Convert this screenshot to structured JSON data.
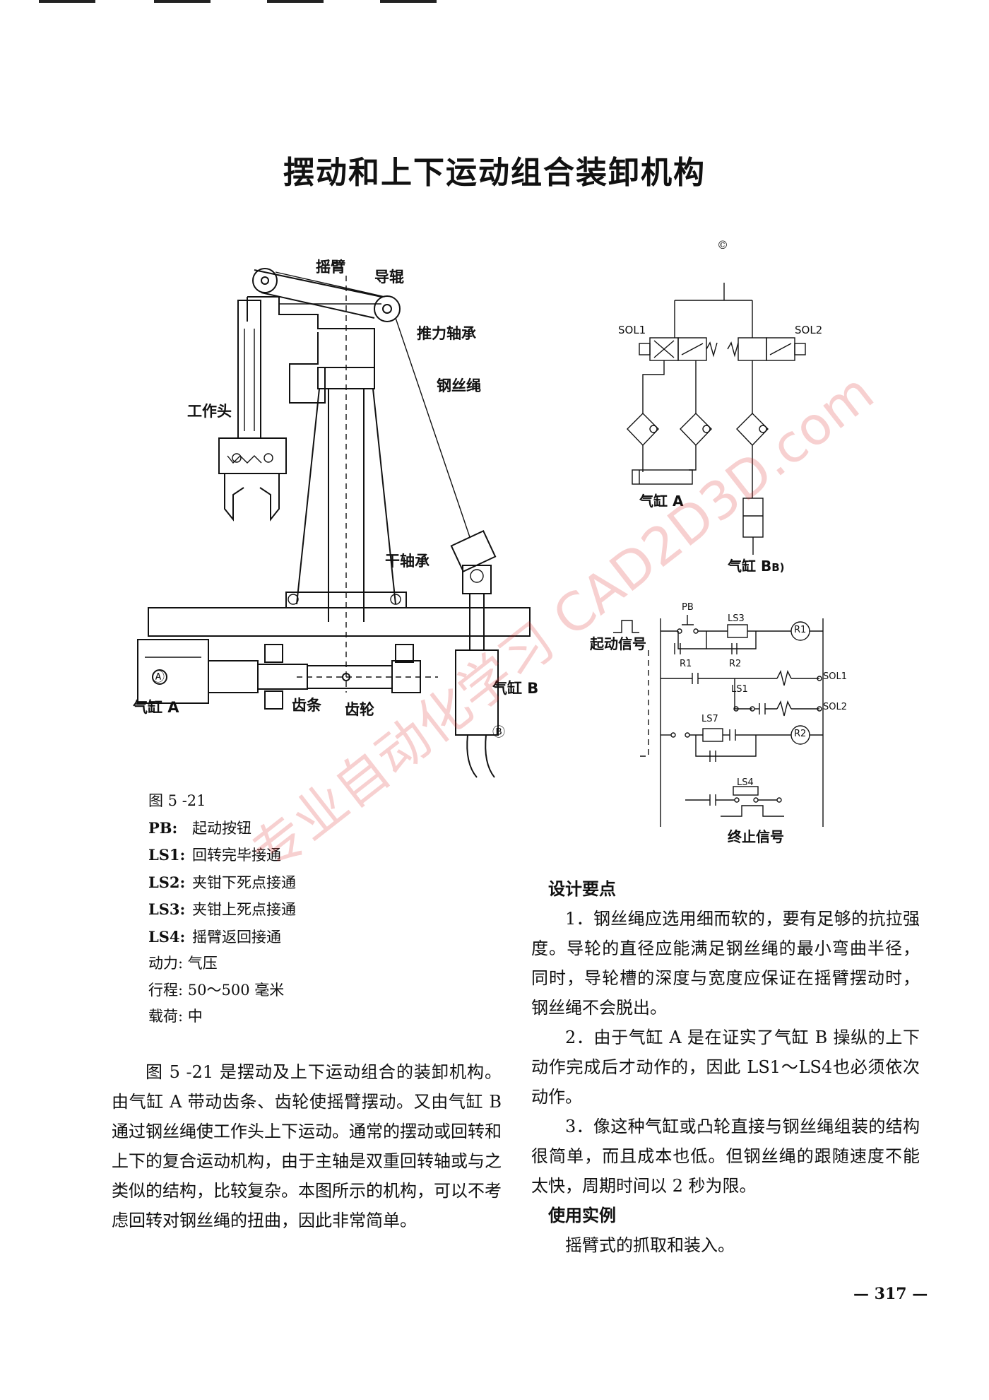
{
  "title": "摆动和上下运动组合装卸机构",
  "mech": {
    "rocker_arm": "摇臂",
    "guide_roller": "导辊",
    "thrust_bearing": "推力轴承",
    "wire_rope": "钢丝绳",
    "work_head": "工作头",
    "dry_bearing": "干轴承",
    "rack": "齿条",
    "gear": "齿轮",
    "cyl_a": "气缸 A",
    "cyl_b": "气缸 B",
    "mark_a": "Ⓐ",
    "mark_b": "Ⓑ"
  },
  "pneu": {
    "mark_c": "©",
    "sol1": "SOL1",
    "sol2": "SOL2",
    "cyl_a": "气缸 A",
    "cyl_b": "气缸 B",
    "cyl_b_mark": "B)"
  },
  "circuit": {
    "start_signal": "起动信号",
    "end_signal": "终止信号",
    "pb": "PB",
    "ls3": "LS3",
    "ls1": "LS1",
    "ls7": "LS7",
    "ls4": "LS4",
    "r1": "R1",
    "r2": "R2",
    "sol1": "SOL1",
    "sol2": "SOL2",
    "coil_r1": "R1",
    "coil_r2": "R2"
  },
  "caption": {
    "fig": "图 5 -21",
    "items": [
      {
        "k": "PB:",
        "v": "起动按钮"
      },
      {
        "k": "LS1:",
        "v": "回转完毕接通"
      },
      {
        "k": "LS2:",
        "v": "夹钳下死点接通"
      },
      {
        "k": "LS3:",
        "v": "夹钳上死点接通"
      },
      {
        "k": "LS4:",
        "v": "摇臂返回接通"
      }
    ],
    "power": "动力: 气压",
    "stroke": "行程: 50～500 毫米",
    "load": "载荷: 中"
  },
  "left_para": "图 5 -21 是摆动及上下运动组合的装卸机构。由气缸 A 带动齿条、齿轮使摇臂摆动。又由气缸 B 通过钢丝绳使工作头上下运动。通常的摆动或回转和上下的复合运动机构，由于主轴是双重回转轴或与之类似的结构，比较复杂。本图所示的机构，可以不考虑回转对钢丝绳的扭曲，因此非常简单。",
  "right": {
    "design_head": "设计要点",
    "p1": "1．钢丝绳应选用细而软的，要有足够的抗拉强度。导轮的直径应能满足钢丝绳的最小弯曲半径，同时，导轮槽的深度与宽度应保证在摇臂摆动时，钢丝绳不会脱出。",
    "p2": "2．由于气缸 A 是在证实了气缸 B 操纵的上下动作完成后才动作的，因此 LS1～LS4也必须依次动作。",
    "p3": "3．像这种气缸或凸轮直接与钢丝绳组装的结构很简单，而且成本也低。但钢丝绳的跟随速度不能太快，周期时间以 2 秒为限。",
    "use_head": "使用实例",
    "use": "摇臂式的抓取和装入。"
  },
  "page_number": "— 317 —",
  "watermark": "专业自动化学习 CAD2D3D.com"
}
